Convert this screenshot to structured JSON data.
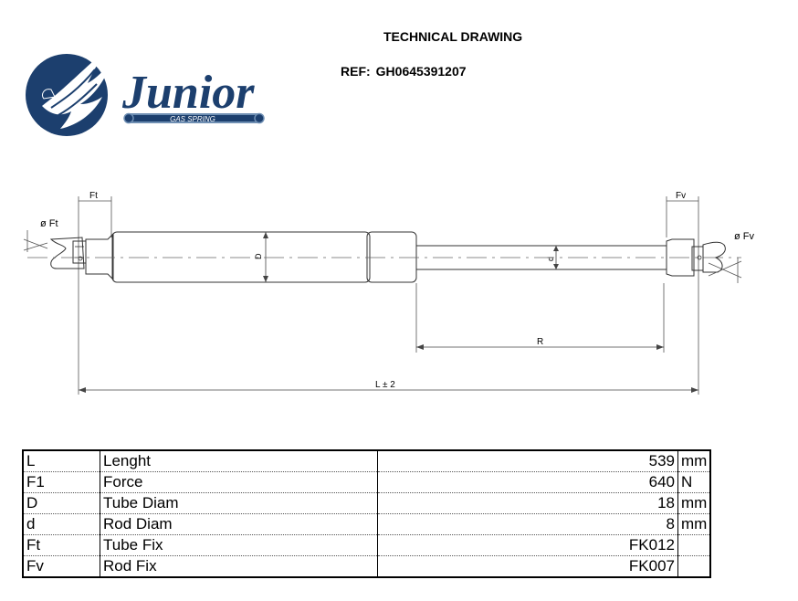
{
  "header": {
    "title": "TECHNICAL DRAWING",
    "ref_label": "REF:",
    "ref_value": "GH0645391207"
  },
  "logo": {
    "brand": "Junior",
    "tagline": "GAS SPRING",
    "colors": {
      "primary": "#1c3f6e",
      "accent": "#6f8fb3"
    }
  },
  "drawing": {
    "labels": {
      "ft_dim": "Ft",
      "fv_dim": "Fv",
      "phi_ft": "ø Ft",
      "phi_fv": "ø Fv",
      "tube_diam": "D",
      "rod_diam": "d",
      "rod_length": "R",
      "total_length": "L ± 2"
    }
  },
  "specs": {
    "rows": [
      {
        "code": "L",
        "name": "Lenght",
        "value": "539",
        "unit": "mm"
      },
      {
        "code": "F1",
        "name": "Force",
        "value": "640",
        "unit": "N"
      },
      {
        "code": "D",
        "name": "Tube Diam",
        "value": "18",
        "unit": "mm"
      },
      {
        "code": "d",
        "name": "Rod Diam",
        "value": "8",
        "unit": "mm"
      },
      {
        "code": "Ft",
        "name": "Tube Fix",
        "value": "FK012",
        "unit": ""
      },
      {
        "code": "Fv",
        "name": "Rod Fix",
        "value": "FK007",
        "unit": ""
      }
    ]
  }
}
